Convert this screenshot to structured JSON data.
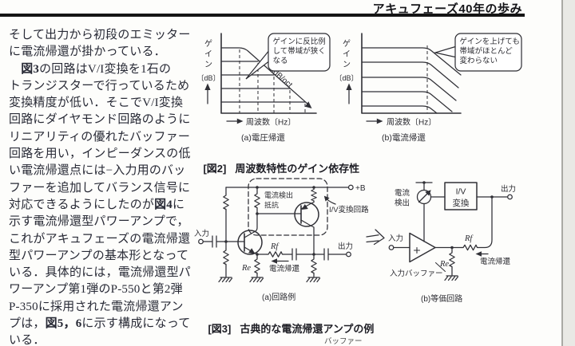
{
  "header": {
    "title": "アキュフェーズ40年の歩み"
  },
  "article": {
    "lines": [
      [
        {
          "t": "そして出力から初段のエミッター"
        }
      ],
      [
        {
          "t": "に電流帰還が掛かっている．"
        }
      ],
      [
        {
          "t": "　"
        },
        {
          "t": "図3",
          "b": true
        },
        {
          "t": "の回路はV/I変換を1石の"
        }
      ],
      [
        {
          "t": "トランジスターで行っているため"
        }
      ],
      [
        {
          "t": "変換精度が低い．そこでV/I変換"
        }
      ],
      [
        {
          "t": "回路にダイヤモンド回路のように"
        }
      ],
      [
        {
          "t": "リニアリティの優れたバッファー"
        }
      ],
      [
        {
          "t": "回路を用い，インピーダンスの低"
        }
      ],
      [
        {
          "t": "い電流帰還点には−入力用のバッ"
        }
      ],
      [
        {
          "t": "ファーを追加してバランス信号に"
        }
      ],
      [
        {
          "t": "対応できるようにしたのが"
        },
        {
          "t": "図4",
          "b": true
        },
        {
          "t": "に"
        }
      ],
      [
        {
          "t": "示す電流帰還型パワーアンプで，"
        }
      ],
      [
        {
          "t": "これがアキュフェーズの電流帰還"
        }
      ],
      [
        {
          "t": "型パワーアンプの基本形となって"
        }
      ],
      [
        {
          "t": "いる．具体的には，電流帰還型パ"
        }
      ],
      [
        {
          "t": "ワーアンプ第1弾のP-550と第2弾"
        }
      ],
      [
        {
          "t": "P-350に採用された電流帰還アン"
        }
      ],
      [
        {
          "t": "プは，"
        },
        {
          "t": "図5，6",
          "b": true
        },
        {
          "t": "に示す構成になって"
        }
      ],
      [
        {
          "t": "いる．"
        }
      ]
    ]
  },
  "figure2": {
    "caption_tag": "[図2]",
    "caption_title": "周波数特性のゲイン依存性",
    "ylabel": "ゲイン",
    "ylabel_unit": "〔dB〕",
    "xlabel": "周波数〔Hz〕",
    "slope_label": "6dB/oct",
    "graph_a": {
      "callout": [
        "ゲインに反比例",
        "して帯域が狭く",
        "なる"
      ],
      "sublabel": "(a)電圧帰還"
    },
    "graph_b": {
      "callout": [
        "ゲインを上げても",
        "帯域がほとんど",
        "変わらない"
      ],
      "sublabel": "(b)電流帰還"
    }
  },
  "figure3": {
    "caption_tag": "[図3]",
    "caption_title": "古典的な電流帰還アンプの例",
    "circuit_a": {
      "input_label": "入力",
      "output_label": "出力",
      "supply_label": "+B",
      "sense_label_1": "電流検出",
      "sense_label_2": "抵抗",
      "iv_label": "I/V変換回路",
      "rf_label": "Rf",
      "re_label": "Re",
      "feedback_label": "電流帰還",
      "sublabel": "(a)回路例"
    },
    "circuit_b": {
      "sense_label_1": "電流",
      "sense_label_2": "検出",
      "iv_line1": "I/V",
      "iv_line2": "変換",
      "output_label": "出力",
      "input_label": "入力",
      "rf_label": "Rf",
      "re_label": "Re",
      "feedback_label": "電流帰還",
      "buffer_label": "入力バッファー",
      "sublabel": "(b)等価回路"
    }
  },
  "figure4": {
    "fragment_label": "バッファー"
  }
}
